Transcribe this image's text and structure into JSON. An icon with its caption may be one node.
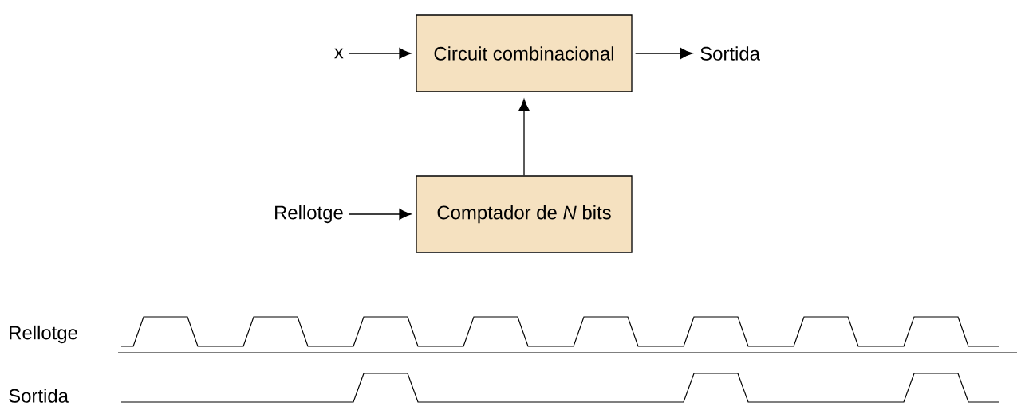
{
  "diagram": {
    "nodes": [
      {
        "text": [
          "x"
        ]
      },
      {
        "text": [
          "Circuit combinacional"
        ]
      },
      {
        "text": [
          "Sortida"
        ]
      },
      {
        "text": [
          "Rellotge"
        ]
      },
      {
        "text": [
          "Comptador de *N* bits"
        ]
      }
    ],
    "edges": [
      {
        "from": 0,
        "to": 1,
        "arrow": "to"
      },
      {
        "from": 1,
        "to": 2,
        "arrow": "to"
      },
      {
        "from": 4,
        "to": 1,
        "arrow": "to"
      },
      {
        "from": 3,
        "to": 4,
        "arrow": "to"
      }
    ],
    "labels": [
      "Rellotge",
      "Sortida"
    ]
  }
}
